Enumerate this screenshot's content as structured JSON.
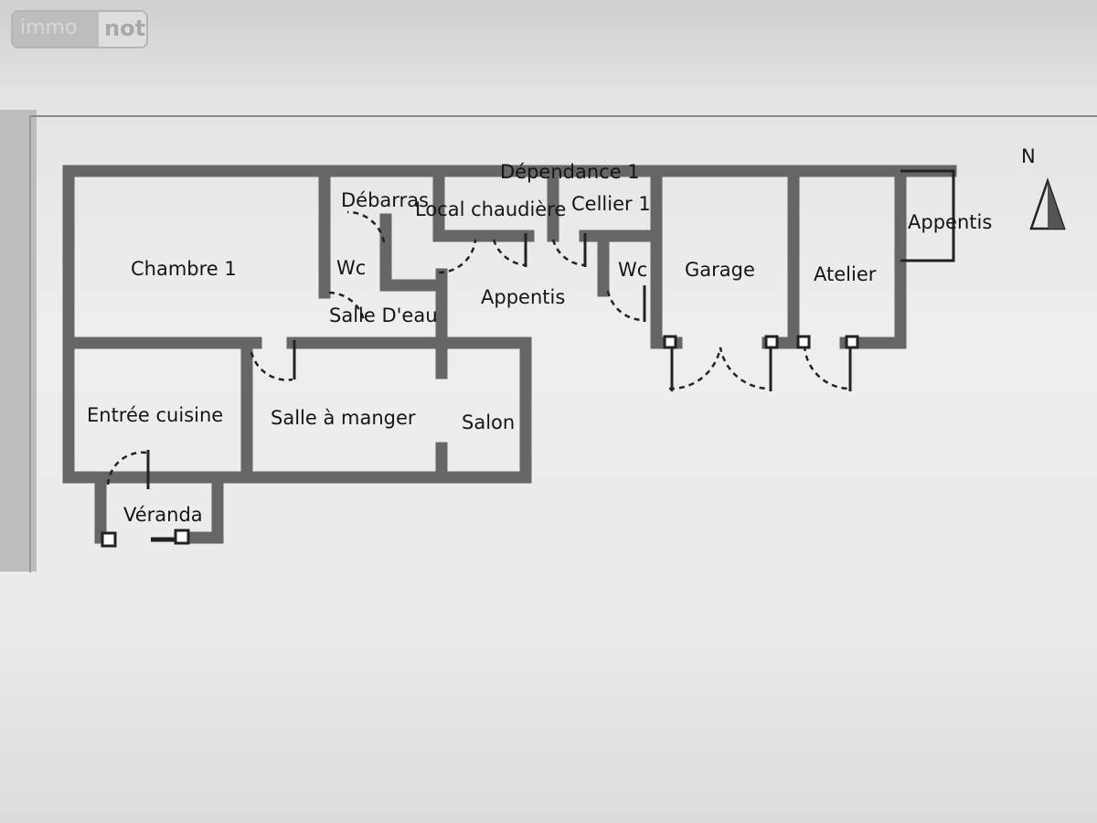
{
  "watermark": {
    "part1": "immo",
    "part2": "not"
  },
  "plan": {
    "north_label": "N",
    "rooms": {
      "dependance": "Dépendance 1",
      "chambre": "Chambre 1",
      "debarras": "Débarras",
      "local_chaudiere": "Local chaudière",
      "cellier": "Cellier 1",
      "wc1": "Wc",
      "wc2": "Wc",
      "salle_deau": "Salle D'eau",
      "appentis1": "Appentis",
      "garage": "Garage",
      "atelier": "Atelier",
      "appentis2": "Appentis",
      "entree_cuisine": "Entrée cuisine",
      "salle_a_manger": "Salle à manger",
      "salon": "Salon",
      "veranda": "Véranda"
    }
  }
}
